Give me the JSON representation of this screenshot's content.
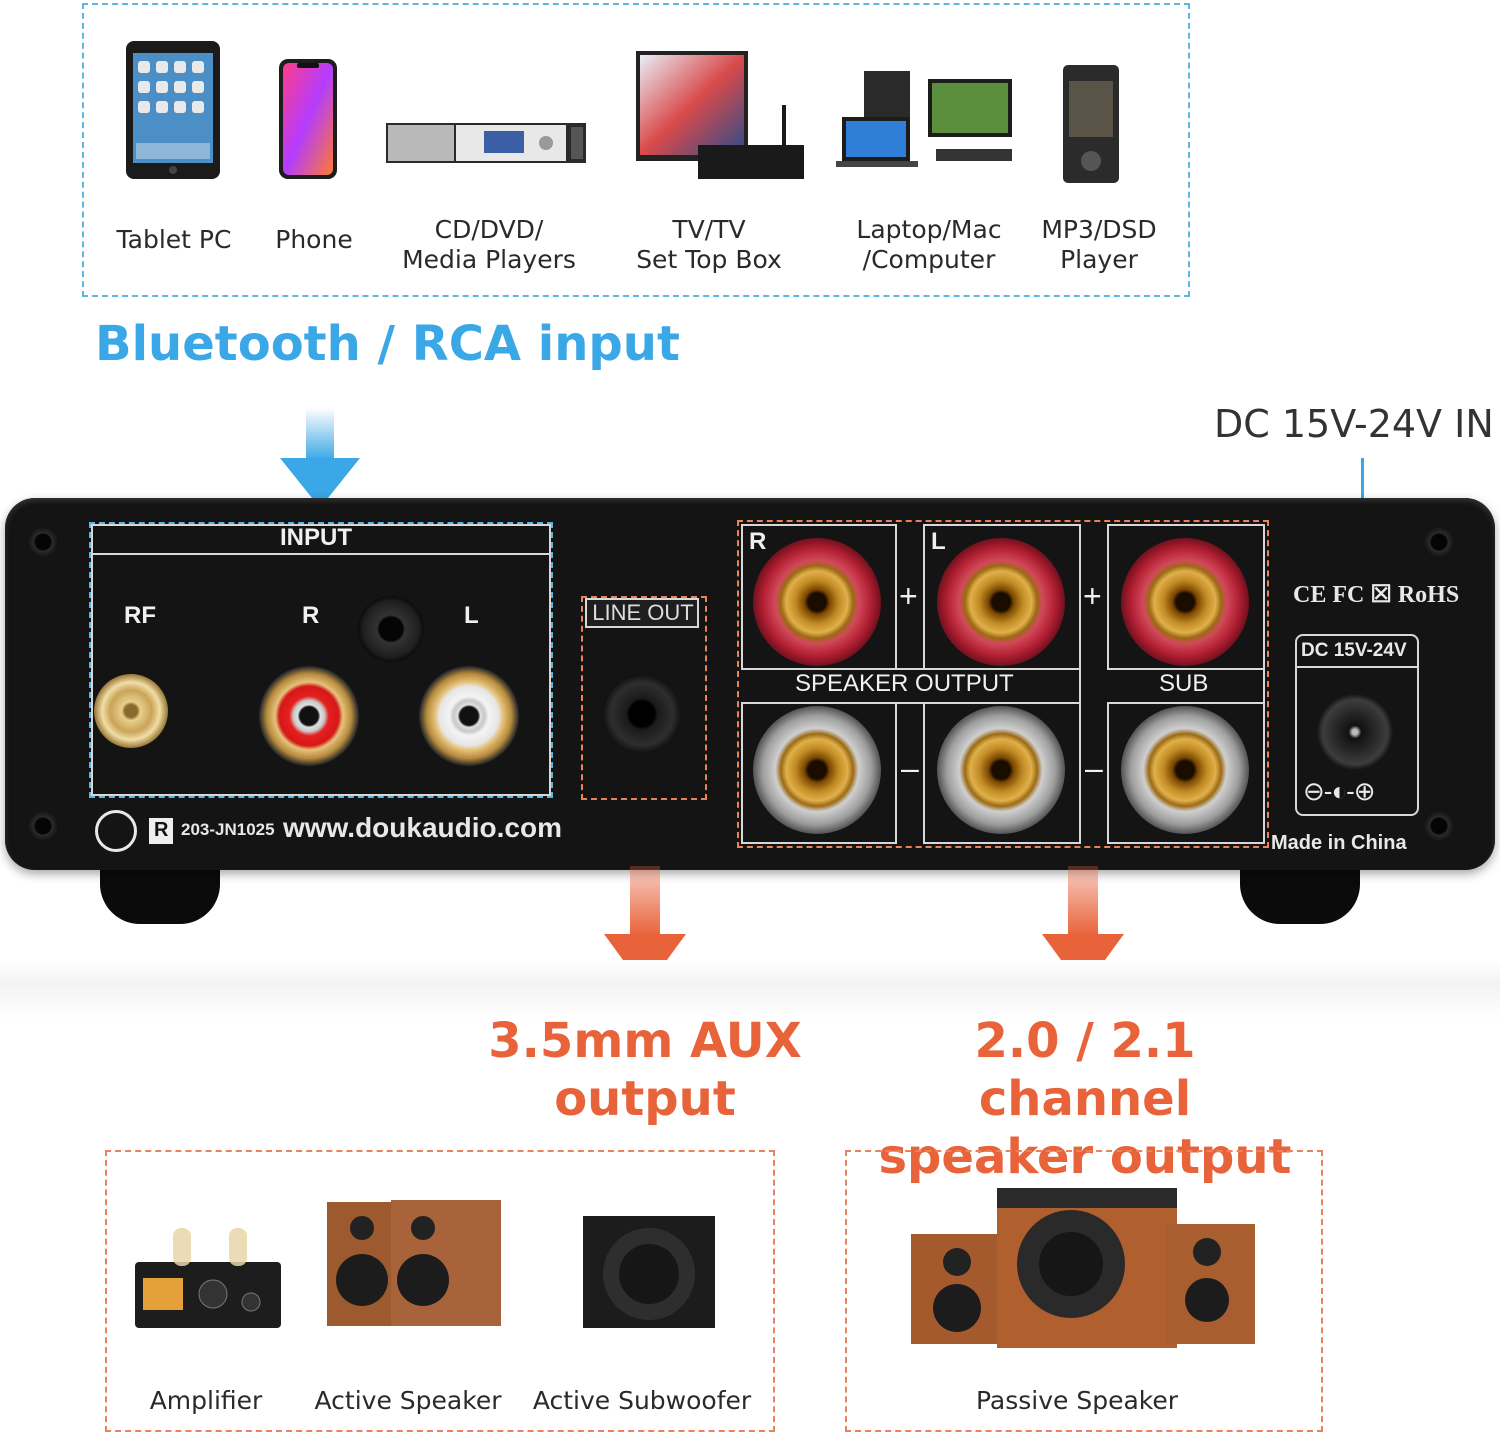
{
  "sources": {
    "items": [
      {
        "label": "Tablet PC",
        "icon": "tablet-icon"
      },
      {
        "label": "Phone",
        "icon": "phone-icon"
      },
      {
        "label": "CD/DVD/\nMedia Players",
        "icon": "cd-player-icon"
      },
      {
        "label": "TV/TV\nSet Top Box",
        "icon": "tv-icon"
      },
      {
        "label": "Laptop/Mac\n/Computer",
        "icon": "computer-icon"
      },
      {
        "label": "MP3/DSD\nPlayer",
        "icon": "mp3-player-icon"
      }
    ]
  },
  "headings": {
    "input": "Bluetooth / RCA input",
    "dc_in": "DC 15V-24V IN",
    "aux": "3.5mm AUX\noutput",
    "speaker": "2.0 / 2.1 channel\nspeaker output"
  },
  "panel": {
    "input_title": "INPUT",
    "rf": "RF",
    "r": "R",
    "l": "L",
    "line_out": "LINE OUT",
    "spk_r": "R",
    "spk_l": "L",
    "plus": "+",
    "minus": "–",
    "speaker_output": "SPEAKER OUTPUT",
    "sub": "SUB",
    "cert_r": "R",
    "cert_code": "203-JN1025",
    "website": "www.doukaudio.com",
    "certs": "CE FC ☒ RoHS",
    "dc_label": "DC 15V-24V",
    "made_in": "Made in China"
  },
  "outputs_aux": {
    "items": [
      {
        "label": "Amplifier",
        "icon": "tube-amplifier-icon"
      },
      {
        "label": "Active Speaker",
        "icon": "bookshelf-speakers-icon"
      },
      {
        "label": "Active Subwoofer",
        "icon": "subwoofer-icon"
      }
    ]
  },
  "outputs_speaker": {
    "items": [
      {
        "label": "Passive Speaker",
        "icon": "speaker-set-icon"
      }
    ]
  },
  "colors": {
    "blue_accent": "#3aa7e6",
    "orange_accent": "#e8623a",
    "panel": "#141414"
  }
}
